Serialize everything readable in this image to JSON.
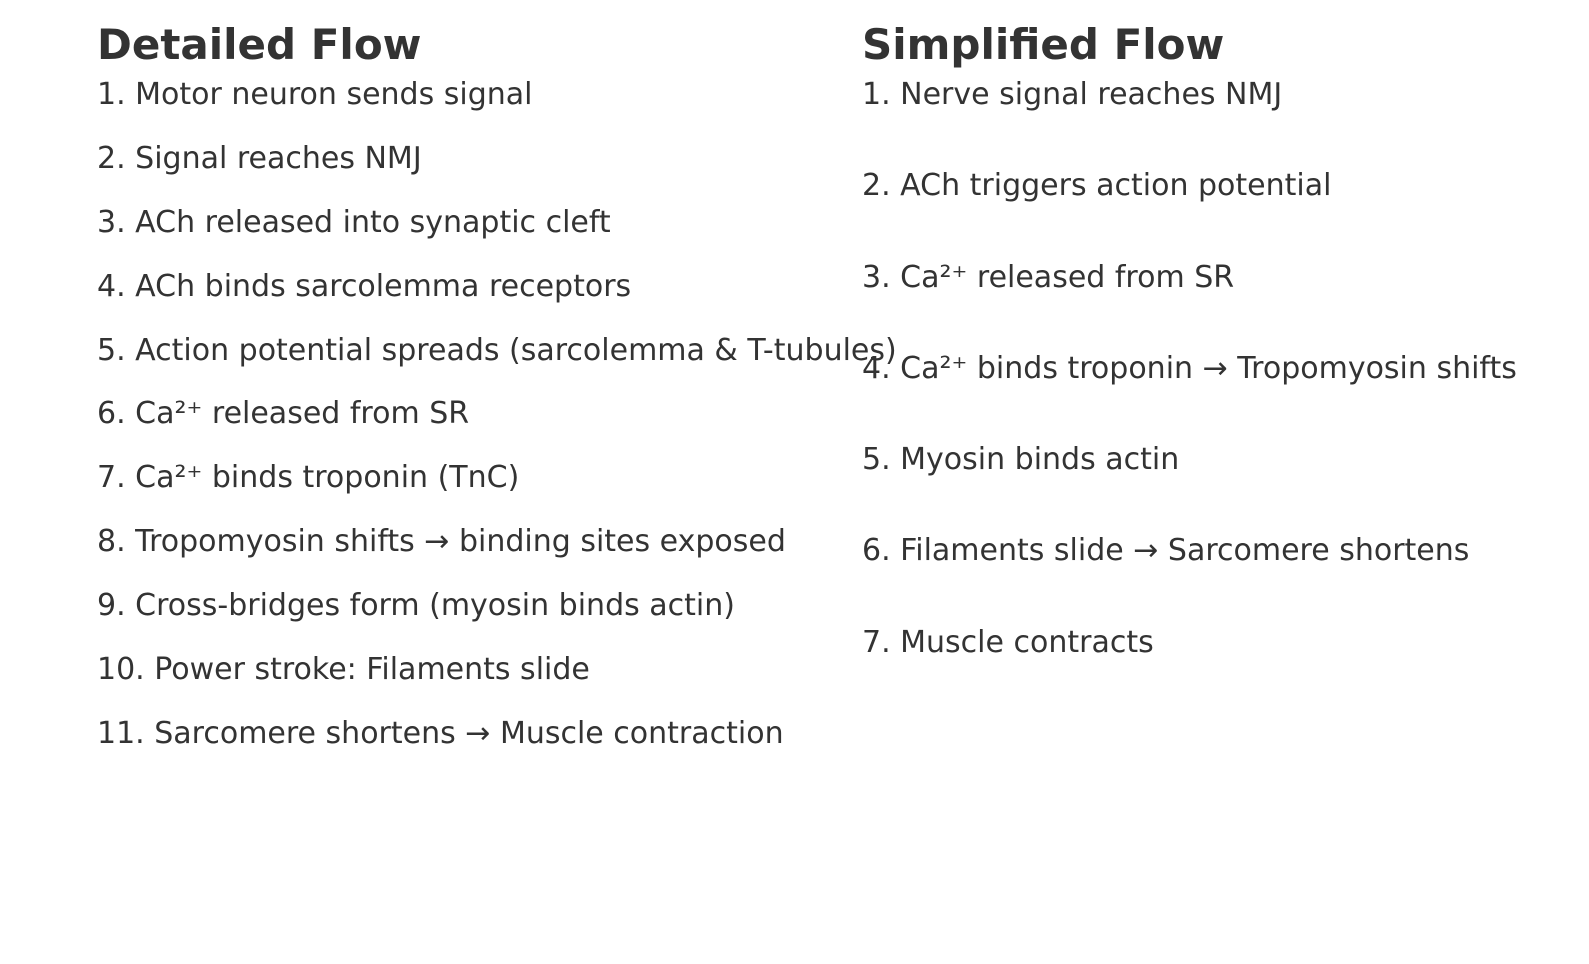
{
  "page": {
    "background_color": "#ffffff",
    "text_color": "#333333"
  },
  "columns": [
    {
      "title": "Detailed Flow",
      "items": [
        "1. Motor neuron sends signal",
        "2. Signal reaches NMJ",
        "3. ACh released into synaptic cleft",
        "4. ACh binds sarcolemma receptors",
        "5. Action potential spreads (sarcolemma & T-tubules)",
        "6. Ca²⁺ released from SR",
        "7. Ca²⁺ binds troponin (TnC)",
        "8. Tropomyosin shifts → binding sites exposed",
        "9. Cross-bridges form (myosin binds actin)",
        "10. Power stroke: Filaments slide",
        "11. Sarcomere shortens → Muscle contraction"
      ]
    },
    {
      "title": "Simplified Flow",
      "items": [
        "1. Nerve signal reaches NMJ",
        "2. ACh triggers action potential",
        "3. Ca²⁺ released from SR",
        "4. Ca²⁺ binds troponin → Tropomyosin shifts",
        "5. Myosin binds actin",
        "6. Filaments slide → Sarcomere shortens",
        "7. Muscle contracts"
      ]
    }
  ]
}
